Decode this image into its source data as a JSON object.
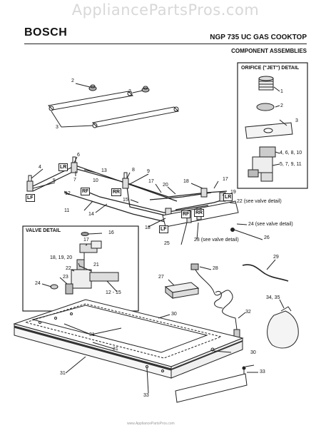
{
  "watermark": "AppliancePartsPros.com",
  "header": {
    "brand": "BOSCH",
    "model": "NGP 735 UC GAS COOKTOP",
    "section": "COMPONENT ASSEMBLIES"
  },
  "orifice_detail": {
    "title": "ORIFICE (\"JET\") DETAIL",
    "callouts": [
      "1",
      "2",
      "3",
      "4, 6, 8, 10",
      "5, 7, 9, 11"
    ]
  },
  "valve_detail": {
    "title": "VALVE DETAIL",
    "callouts": [
      "16",
      "17",
      "18, 19, 20",
      "21",
      "22",
      "23",
      "24",
      "12 - 15"
    ]
  },
  "position_tags": [
    "LR",
    "RF",
    "RR",
    "LF",
    "LR",
    "RF",
    "RR",
    "LF"
  ],
  "callouts": {
    "c2a": "2",
    "c2b": "2",
    "c3": "3",
    "c4": "4",
    "c5": "5",
    "c6": "6",
    "c7": "7",
    "c8": "8",
    "c9": "9",
    "c10": "10",
    "c11": "11",
    "c12": "12",
    "c13": "13",
    "c14": "14",
    "c15": "15",
    "c17a": "17",
    "c17b": "17",
    "c18a": "18",
    "c18b": "18",
    "c19": "19",
    "c20": "20",
    "c22": "22 (see valve detail)",
    "c23": "23 (see valve detail)",
    "c24": "24 (see valve detail)",
    "c25": "25",
    "c26": "26",
    "c27": "27",
    "c28": "28",
    "c29": "29",
    "c30a": "30",
    "c30b": "30",
    "c31a": "31",
    "c31b": "31",
    "c31c": "31",
    "c32": "32",
    "c33a": "33",
    "c33b": "33",
    "c3435": "34, 35"
  },
  "footer": "www.AppliancePartsPros.com"
}
